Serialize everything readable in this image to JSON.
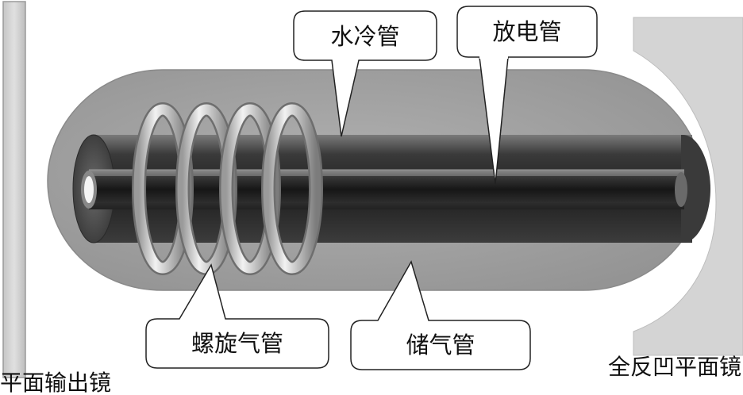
{
  "labels": {
    "water_cooling_tube": "水冷管",
    "discharge_tube": "放电管",
    "spiral_gas_tube": "螺旋气管",
    "gas_storage_tube": "储气管",
    "output_mirror": "平面输出镜",
    "total_reflection_mirror": "全反凹平面镜"
  }
}
